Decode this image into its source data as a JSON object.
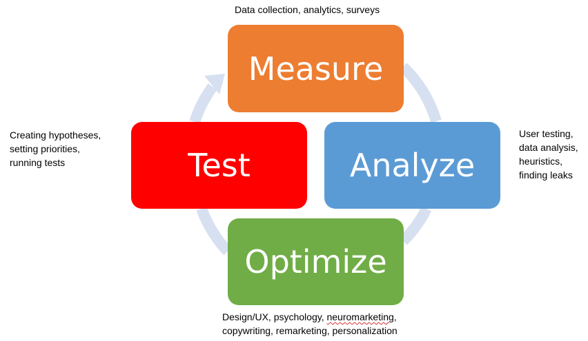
{
  "stages": {
    "measure": {
      "label": "Measure",
      "color": "#ED7D31"
    },
    "analyze": {
      "label": "Analyze",
      "color": "#5B9BD5"
    },
    "optimize": {
      "label": "Optimize",
      "color": "#70AD47"
    },
    "test": {
      "label": "Test",
      "color": "#FF0000"
    }
  },
  "captions": {
    "measure": [
      "Data collection, analytics, surveys"
    ],
    "test": [
      "Creating hypotheses,",
      "setting priorities,",
      "running tests"
    ],
    "analyze": [
      "User testing,",
      "data analysis,",
      "heuristics,",
      "finding leaks"
    ],
    "optimize": {
      "line1_before": "Design/UX, psychology, ",
      "line1_flagged": "neuromarketing",
      "line1_after": ",",
      "line2": "copywriting, remarketing, personalization"
    }
  },
  "ring": {
    "color": "#D6E0F0",
    "direction": "clockwise"
  }
}
